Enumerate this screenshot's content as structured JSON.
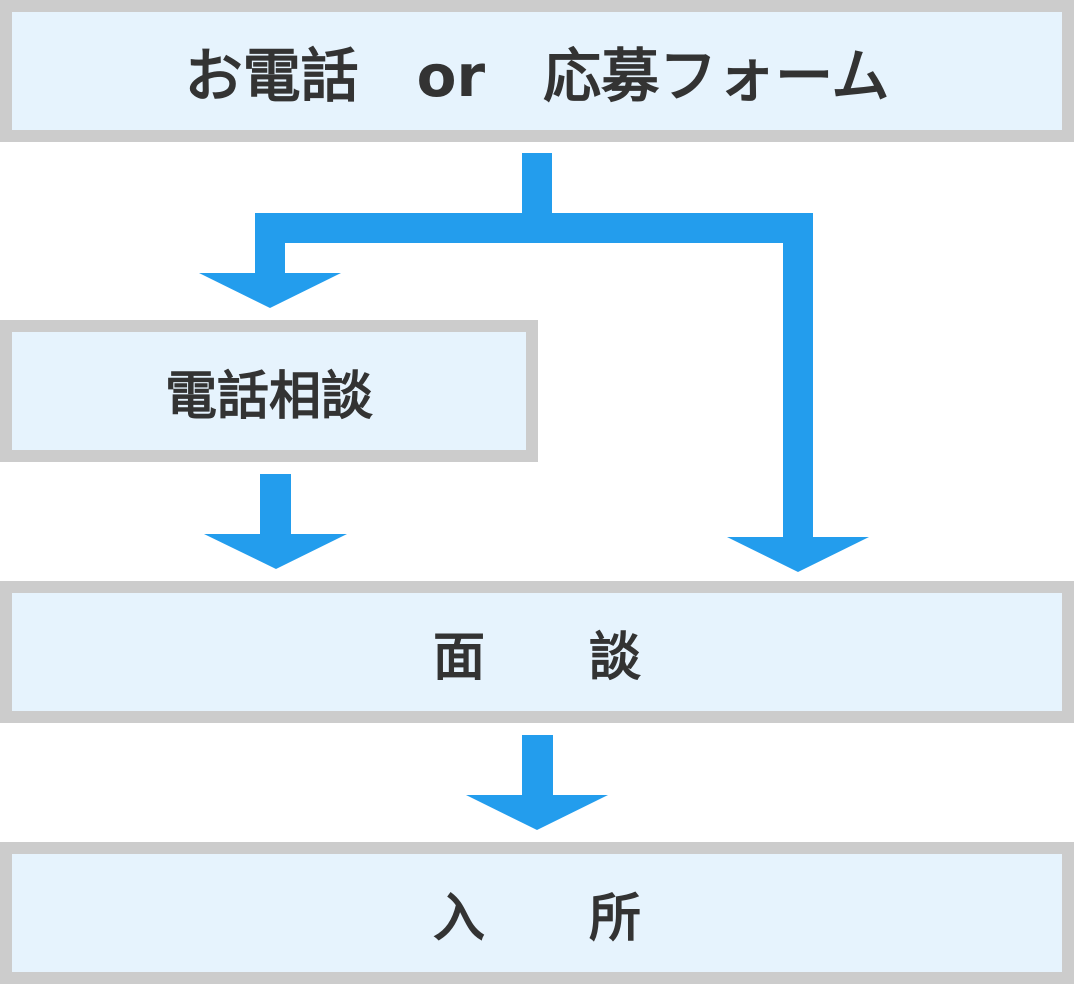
{
  "flow": {
    "step_start": "お電話　or　応募フォーム",
    "step_phone": "電話相談",
    "step_interview": "面　　談",
    "step_enroll": "入　　所"
  },
  "colors": {
    "box_fill": "#e6f3fd",
    "box_border": "#cccccc",
    "arrow": "#239ded",
    "text": "#333333"
  }
}
